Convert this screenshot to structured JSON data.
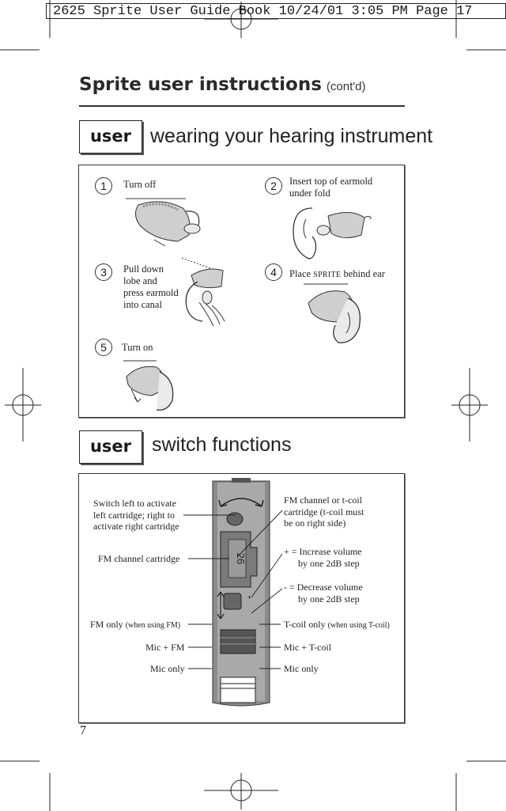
{
  "print_header": "2625 Sprite User Guide Book  10/24/01  3:05 PM  Page 17",
  "title": "Sprite user instructions",
  "title_suffix": "(cont'd)",
  "section1": {
    "tag": "user",
    "title": "wearing your hearing instrument",
    "steps": [
      {
        "number": "1",
        "lines": [
          "Turn off"
        ]
      },
      {
        "number": "2",
        "lines": [
          "Insert top of earmold",
          "under fold"
        ]
      },
      {
        "number": "3",
        "lines": [
          "Pull down",
          "lobe and",
          "press earmold",
          "into canal"
        ]
      },
      {
        "number": "4",
        "text_before": "Place ",
        "text_smallcaps": "SPRITE",
        "text_after": " behind ear"
      },
      {
        "number": "5",
        "lines": [
          "Turn on"
        ]
      }
    ]
  },
  "section2": {
    "tag": "user",
    "title": "switch functions",
    "left_labels": {
      "switch": [
        "Switch left to activate",
        "left cartridge; right to",
        "activate right cartridge"
      ],
      "fm_cartridge": "FM  channel cartridge",
      "fm_only": "FM only",
      "fm_only_note": "(when using FM)",
      "mic_fm": "Mic + FM",
      "mic_only": "Mic only"
    },
    "right_labels": {
      "fm_channel": [
        "FM channel or t-coil",
        "cartridge (t-coil must",
        "be on right side)"
      ],
      "plus": [
        "+ = Increase volume",
        "by one 2dB step"
      ],
      "minus": [
        "- = Decrease volume",
        "by one 2dB step"
      ],
      "tcoil_only": "T-coil only",
      "tcoil_note": "(when using T-coil)",
      "mic_tcoil": "Mic + T-coil",
      "mic_only": "Mic only"
    },
    "device_channel": "26"
  },
  "page_number": "7"
}
